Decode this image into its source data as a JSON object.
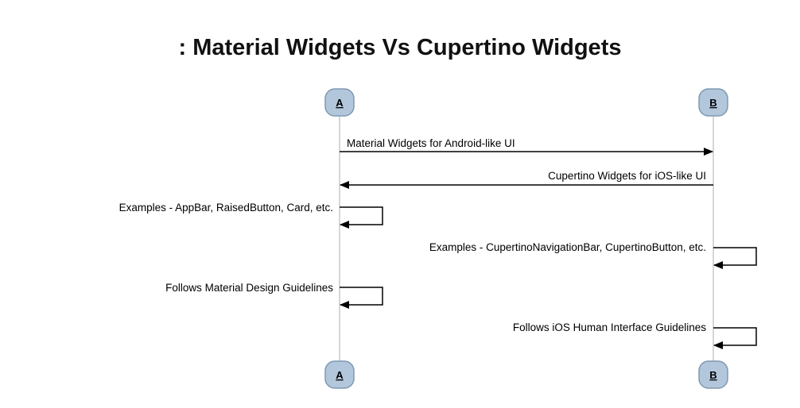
{
  "title": ": Material Widgets Vs Cupertino Widgets",
  "colors": {
    "actor_fill": "#b3c7dc",
    "actor_stroke": "#7f98b1",
    "lifeline": "#c8c8c8",
    "arrow": "#000000"
  },
  "participants": [
    {
      "id": "A",
      "label": "A"
    },
    {
      "id": "B",
      "label": "B"
    }
  ],
  "messages": [
    {
      "from": "A",
      "to": "B",
      "text": "Material Widgets for Android-like UI"
    },
    {
      "from": "B",
      "to": "A",
      "text": "Cupertino Widgets for iOS-like UI"
    },
    {
      "from": "A",
      "to": "A",
      "text": "Examples - AppBar, RaisedButton, Card, etc."
    },
    {
      "from": "B",
      "to": "B",
      "text": "Examples - CupertinoNavigationBar, CupertinoButton, etc."
    },
    {
      "from": "A",
      "to": "A",
      "text": "Follows Material Design Guidelines"
    },
    {
      "from": "B",
      "to": "B",
      "text": "Follows iOS Human Interface Guidelines"
    }
  ]
}
